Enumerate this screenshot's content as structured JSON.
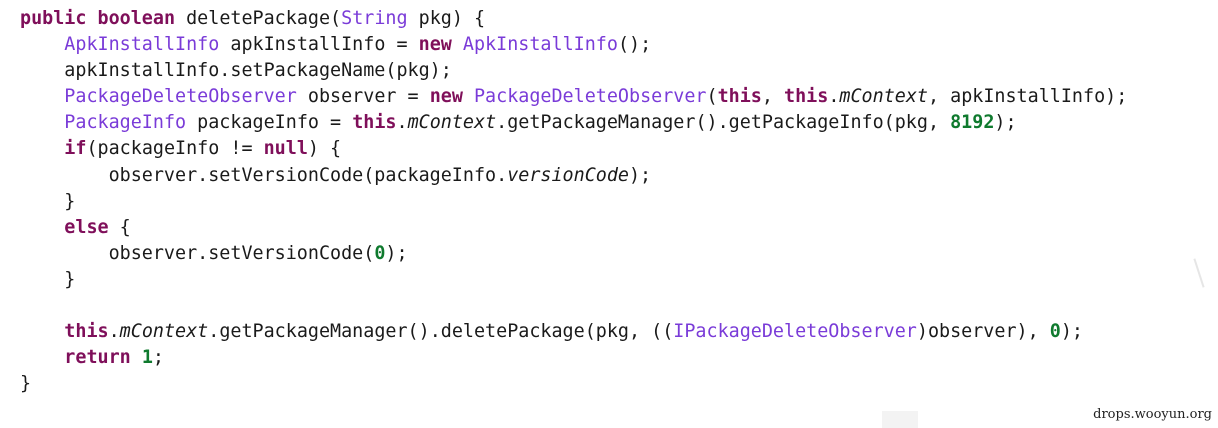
{
  "code_lines": [
    [
      {
        "t": "kw",
        "s": "public"
      },
      {
        "t": "tok",
        "s": " "
      },
      {
        "t": "kw",
        "s": "boolean"
      },
      {
        "t": "tok",
        "s": " deletePackage("
      },
      {
        "t": "ty",
        "s": "String"
      },
      {
        "t": "tok",
        "s": " pkg) {"
      }
    ],
    [
      {
        "t": "tok",
        "s": "    "
      },
      {
        "t": "ty",
        "s": "ApkInstallInfo"
      },
      {
        "t": "tok",
        "s": " apkInstallInfo = "
      },
      {
        "t": "kw",
        "s": "new"
      },
      {
        "t": "tok",
        "s": " "
      },
      {
        "t": "ty",
        "s": "ApkInstallInfo"
      },
      {
        "t": "tok",
        "s": "();"
      }
    ],
    [
      {
        "t": "tok",
        "s": "    apkInstallInfo.setPackageName(pkg);"
      }
    ],
    [
      {
        "t": "tok",
        "s": "    "
      },
      {
        "t": "ty",
        "s": "PackageDeleteObserver"
      },
      {
        "t": "tok",
        "s": " observer = "
      },
      {
        "t": "kw",
        "s": "new"
      },
      {
        "t": "tok",
        "s": " "
      },
      {
        "t": "ty",
        "s": "PackageDeleteObserver"
      },
      {
        "t": "tok",
        "s": "("
      },
      {
        "t": "kw",
        "s": "this"
      },
      {
        "t": "tok",
        "s": ", "
      },
      {
        "t": "kw",
        "s": "this"
      },
      {
        "t": "tok",
        "s": "."
      },
      {
        "t": "fld",
        "s": "mContext"
      },
      {
        "t": "tok",
        "s": ", apkInstallInfo);"
      }
    ],
    [
      {
        "t": "tok",
        "s": "    "
      },
      {
        "t": "ty",
        "s": "PackageInfo"
      },
      {
        "t": "tok",
        "s": " packageInfo = "
      },
      {
        "t": "kw",
        "s": "this"
      },
      {
        "t": "tok",
        "s": "."
      },
      {
        "t": "fld",
        "s": "mContext"
      },
      {
        "t": "tok",
        "s": ".getPackageManager().getPackageInfo(pkg, "
      },
      {
        "t": "num",
        "s": "8192"
      },
      {
        "t": "tok",
        "s": ");"
      }
    ],
    [
      {
        "t": "tok",
        "s": "    "
      },
      {
        "t": "kw",
        "s": "if"
      },
      {
        "t": "tok",
        "s": "(packageInfo != "
      },
      {
        "t": "kw",
        "s": "null"
      },
      {
        "t": "tok",
        "s": ") {"
      }
    ],
    [
      {
        "t": "tok",
        "s": "        observer.setVersionCode(packageInfo."
      },
      {
        "t": "fld",
        "s": "versionCode"
      },
      {
        "t": "tok",
        "s": ");"
      }
    ],
    [
      {
        "t": "tok",
        "s": "    }"
      }
    ],
    [
      {
        "t": "tok",
        "s": "    "
      },
      {
        "t": "kw",
        "s": "else"
      },
      {
        "t": "tok",
        "s": " {"
      }
    ],
    [
      {
        "t": "tok",
        "s": "        observer.setVersionCode("
      },
      {
        "t": "num",
        "s": "0"
      },
      {
        "t": "tok",
        "s": ");"
      }
    ],
    [
      {
        "t": "tok",
        "s": "    }"
      }
    ],
    [],
    [
      {
        "t": "tok",
        "s": "    "
      },
      {
        "t": "kw",
        "s": "this"
      },
      {
        "t": "tok",
        "s": "."
      },
      {
        "t": "fld",
        "s": "mContext"
      },
      {
        "t": "tok",
        "s": ".getPackageManager().deletePackage(pkg, (("
      },
      {
        "t": "ty",
        "s": "IPackageDeleteObserver"
      },
      {
        "t": "tok",
        "s": ")observer), "
      },
      {
        "t": "num",
        "s": "0"
      },
      {
        "t": "tok",
        "s": ");"
      }
    ],
    [
      {
        "t": "tok",
        "s": "    "
      },
      {
        "t": "kw",
        "s": "return"
      },
      {
        "t": "tok",
        "s": " "
      },
      {
        "t": "num",
        "s": "1"
      },
      {
        "t": "tok",
        "s": ";"
      }
    ],
    [
      {
        "t": "tok",
        "s": "}"
      }
    ]
  ],
  "watermark": "drops.wooyun.org",
  "colors": {
    "keyword": "#7f0f5a",
    "type": "#7a3bd8",
    "number": "#0f7a2e",
    "text": "#1a1a1a",
    "background": "#ffffff"
  }
}
